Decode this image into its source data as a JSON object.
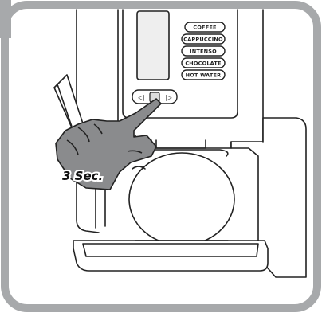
{
  "illustration": {
    "hold_duration_label": "3 Sec.",
    "beverage_buttons": [
      {
        "label": "COFFEE"
      },
      {
        "label": "CAPPUCCINO"
      },
      {
        "label": "INTENSO"
      },
      {
        "label": "CHOCOLATE"
      },
      {
        "label": "HOT WATER"
      }
    ],
    "nav_buttons": {
      "left_arrow": "◁",
      "right_arrow": "▷"
    },
    "colors": {
      "frame": "#a7a9ab",
      "hand_fill": "#8a8b8d",
      "ink": "#222222",
      "screen": "#eeeeee"
    }
  }
}
